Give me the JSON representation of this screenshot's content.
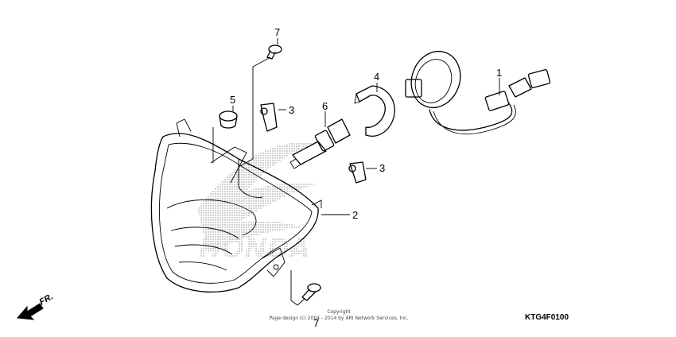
{
  "callouts": {
    "p1": "1",
    "p2": "2",
    "p3a": "3",
    "p3b": "3",
    "p4": "4",
    "p5": "5",
    "p6": "6",
    "p7a": "7",
    "p7b": "7"
  },
  "direction_label": "FR.",
  "diagram_code": "KTG4F0100",
  "copyright": {
    "line1": "Copyright",
    "line2": "Page design (c) 2004 - 2014 by ARI Network Services, Inc."
  },
  "watermark": {
    "text": "HONDA",
    "color": "#9a9a9a"
  }
}
